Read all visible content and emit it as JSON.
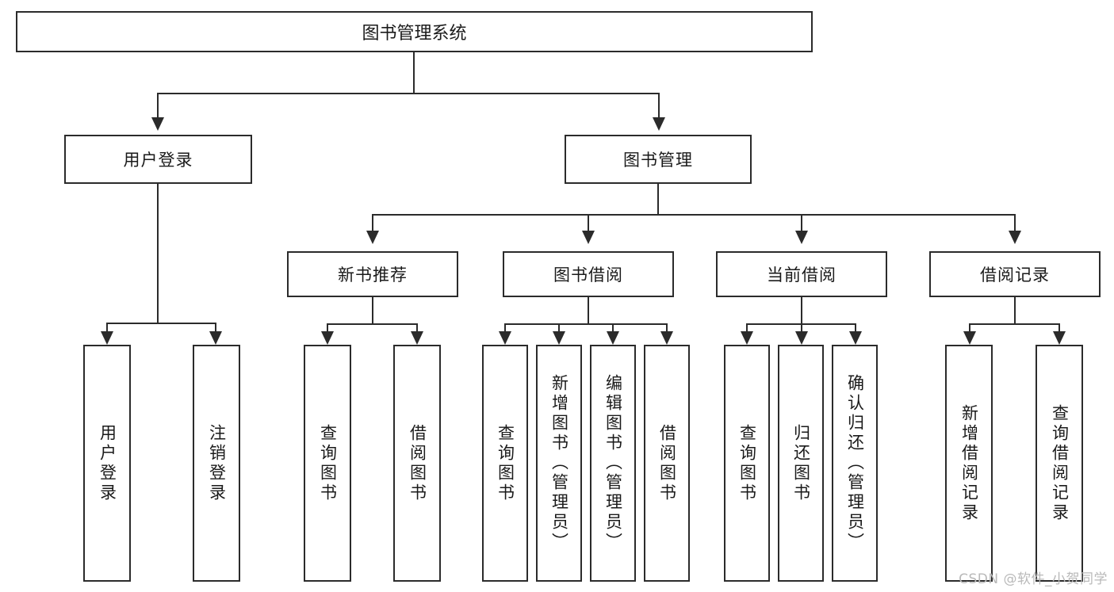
{
  "diagram": {
    "title": "图书管理系统",
    "type": "tree",
    "watermark": "CSDN @软件_小贺同学",
    "root": {
      "label": "图书管理系统"
    },
    "level2": [
      {
        "label": "用户登录"
      },
      {
        "label": "图书管理"
      }
    ],
    "level3": [
      {
        "label": "新书推荐"
      },
      {
        "label": "图书借阅"
      },
      {
        "label": "当前借阅"
      },
      {
        "label": "借阅记录"
      }
    ],
    "leaves": {
      "user_login": [
        {
          "label": "用户登录"
        },
        {
          "label": "注销登录"
        }
      ],
      "new_book": [
        {
          "label": "查询图书"
        },
        {
          "label": "借阅图书"
        }
      ],
      "book_borrow": [
        {
          "label": "查询图书"
        },
        {
          "label": "新增图书（管理员）"
        },
        {
          "label": "编辑图书（管理员）"
        },
        {
          "label": "借阅图书"
        }
      ],
      "current_borrow": [
        {
          "label": "查询图书"
        },
        {
          "label": "归还图书"
        },
        {
          "label": "确认归还（管理员）"
        }
      ],
      "borrow_record": [
        {
          "label": "新增借阅记录"
        },
        {
          "label": "查询借阅记录"
        }
      ]
    },
    "colors": {
      "stroke": "#2b2b2b",
      "fill": "#ffffff",
      "text": "#1a1a1a",
      "watermark": "#b9b9b9"
    }
  }
}
